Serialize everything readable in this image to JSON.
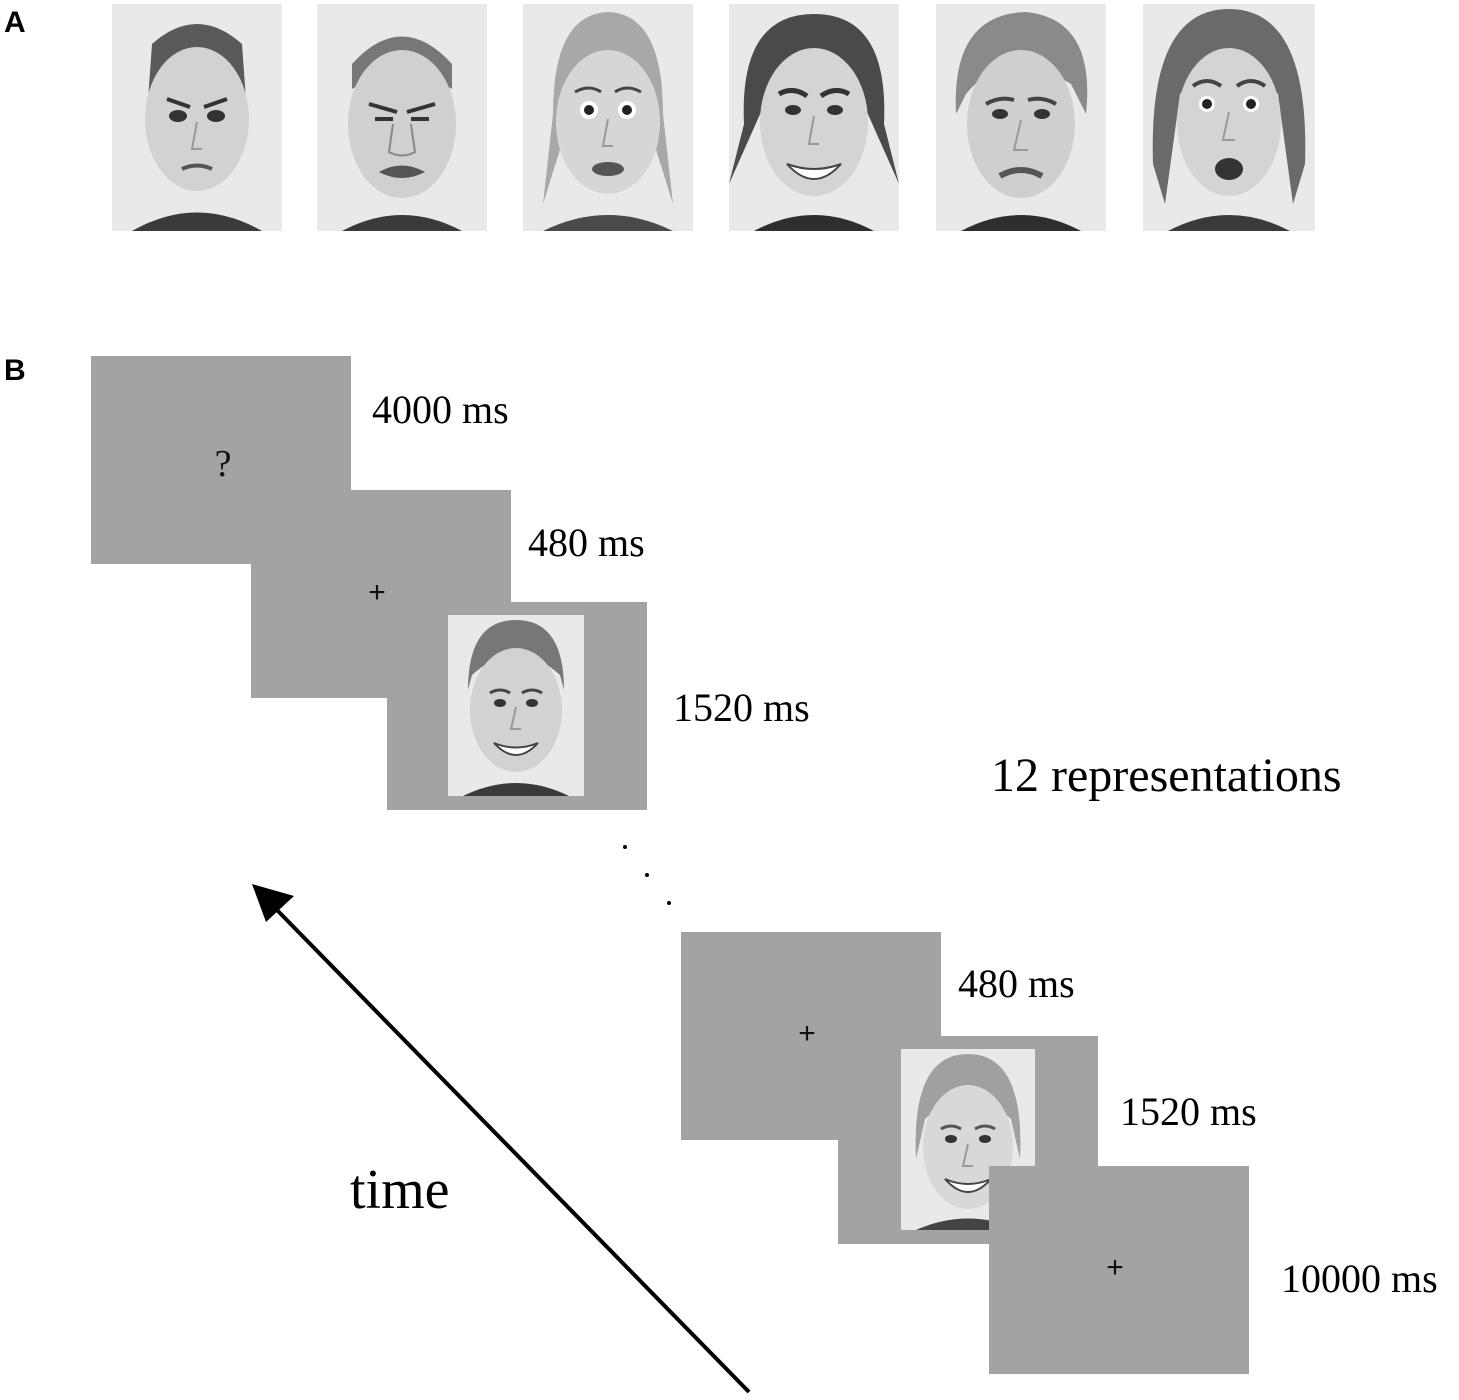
{
  "panels": {
    "a": "A",
    "b": "B"
  },
  "panel_a": {
    "faces": [
      {
        "expression": "anger"
      },
      {
        "expression": "disgust"
      },
      {
        "expression": "fear"
      },
      {
        "expression": "happiness"
      },
      {
        "expression": "sadness"
      },
      {
        "expression": "surprise"
      }
    ]
  },
  "panel_b": {
    "screens": [
      {
        "content": "?",
        "duration": "4000 ms"
      },
      {
        "content": "+",
        "duration": "480 ms"
      },
      {
        "content": "face-happy-male",
        "duration": "1520 ms"
      },
      {
        "content": "+",
        "duration": "480 ms"
      },
      {
        "content": "face-happy-female",
        "duration": "1520 ms"
      },
      {
        "content": "+",
        "duration": "10000 ms"
      }
    ],
    "repetitions_label": "12 representations",
    "time_label": "time"
  },
  "colors": {
    "screen_gray": "#a3a3a3",
    "photo_bg": "#e9e9e9"
  }
}
